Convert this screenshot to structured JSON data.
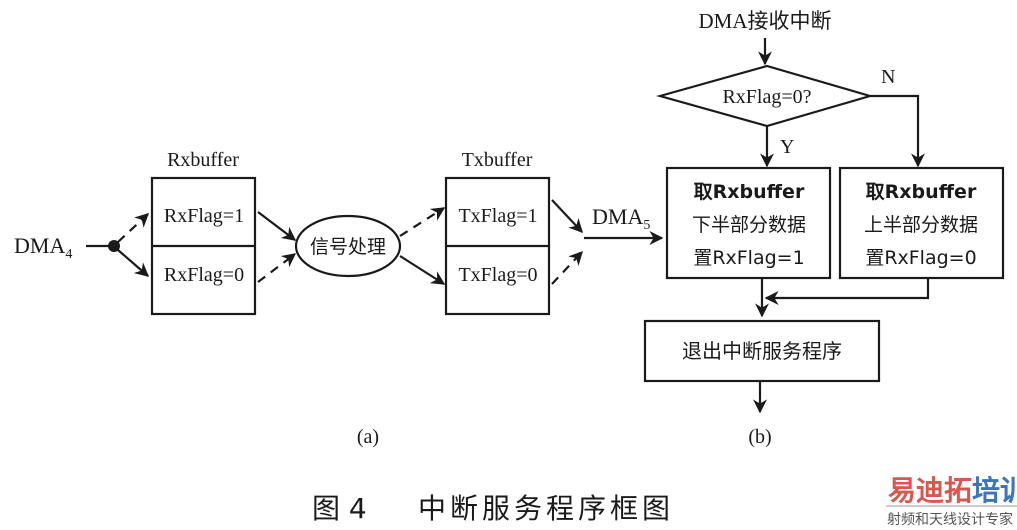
{
  "figure": {
    "caption_number": "图 4",
    "caption_title": "中断服务程序框图",
    "panel_a_label": "(a)",
    "panel_b_label": "(b)"
  },
  "panel_a": {
    "source_label": "DMA",
    "source_subscript": "4",
    "rx_buffer": {
      "title": "Rxbuffer",
      "slots": [
        "RxFlag=1",
        "RxFlag=0"
      ]
    },
    "process_node": "信号处理",
    "tx_buffer": {
      "title": "Txbuffer",
      "slots": [
        "TxFlag=1",
        "TxFlag=0"
      ]
    },
    "sink_label": "DMA",
    "sink_subscript": "5"
  },
  "panel_b": {
    "entry": "DMA接收中断",
    "decision": "RxFlag=0?",
    "yes_label": "Y",
    "no_label": "N",
    "yes_box": [
      "取Rxbuffer",
      "下半部分数据",
      "置RxFlag=1"
    ],
    "no_box": [
      "取Rxbuffer",
      "上半部分数据",
      "置RxFlag=0"
    ],
    "exit_box": "退出中断服务程序"
  },
  "watermark": {
    "brand_red": "易迪拓",
    "brand_blue": "培训",
    "tagline": "射频和天线设计专家",
    "colors": {
      "red": "#d9574f",
      "blue": "#3e74b9"
    }
  }
}
